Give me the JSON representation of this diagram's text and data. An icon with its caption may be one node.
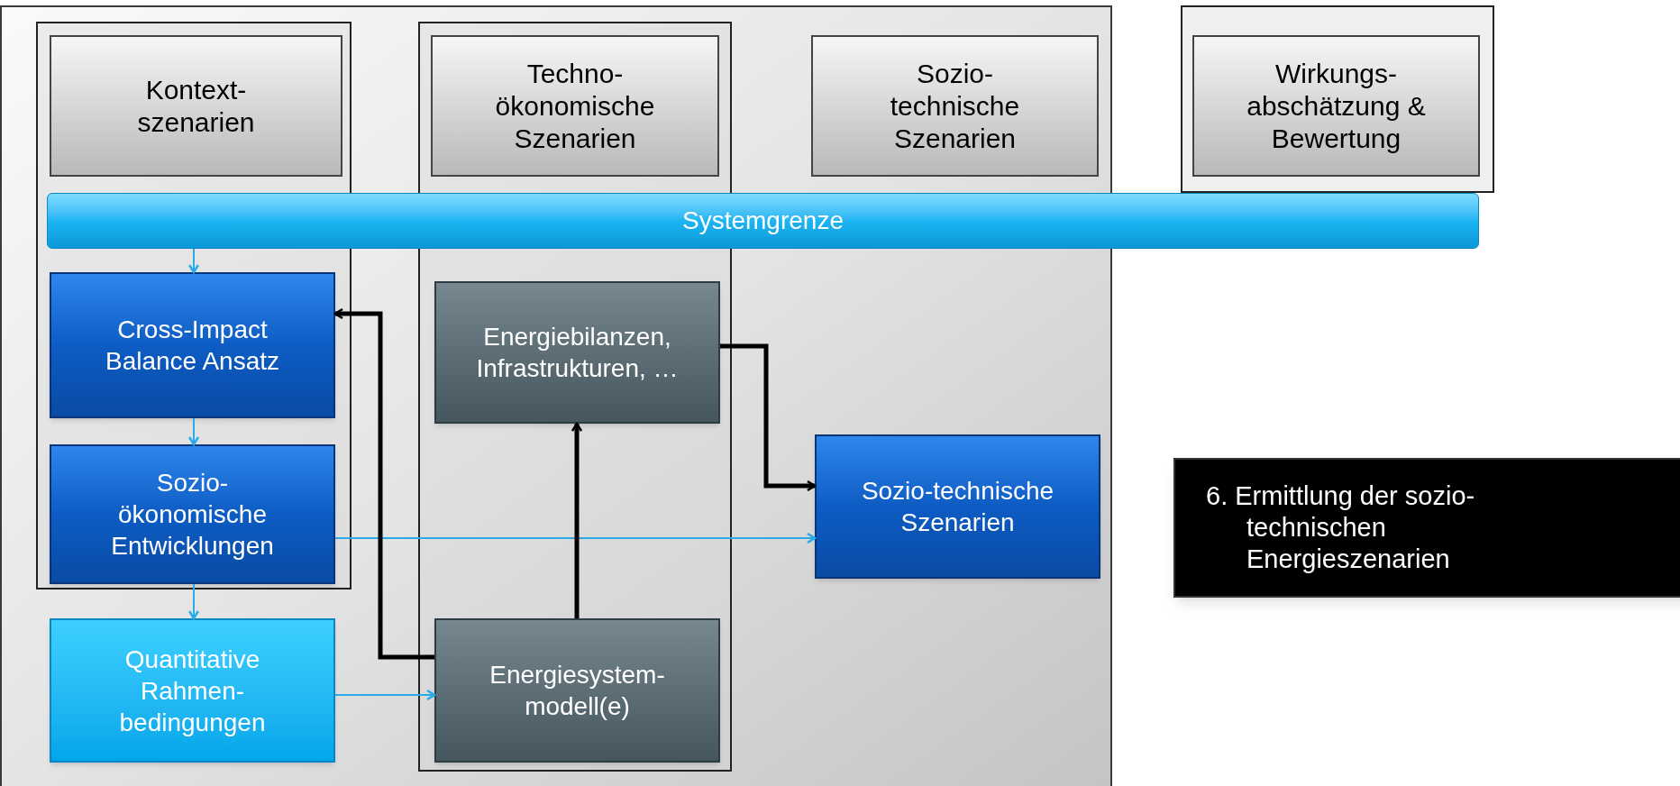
{
  "diagram": {
    "nodes": [
      {
        "text": [],
        "shape": "box"
      },
      {
        "text": [],
        "shape": "box",
        "in": 0
      },
      {
        "text": [
          "Kontext- szenarien"
        ],
        "in": 1
      },
      {
        "text": [],
        "shape": "box",
        "in": 0
      },
      {
        "text": [
          "Techno- ökonomische Szenarien"
        ],
        "in": 3
      },
      {
        "text": [
          "Sozio- technische Szenarien"
        ],
        "in": 0
      },
      {
        "text": [],
        "shape": "box"
      },
      {
        "text": [
          "Wirkungs- abschätzung & Bewertung"
        ],
        "in": 6
      },
      {
        "text": [
          "Systemgrenze"
        ]
      },
      {
        "text": [
          "Cross-Impact Balance Ansatz"
        ],
        "in": 1
      },
      {
        "text": [
          "Sozio- ökonomische Entwicklungen"
        ],
        "in": 1
      },
      {
        "text": [
          "Quantitative Rahmen- bedingungen"
        ],
        "in": 0
      },
      {
        "text": [
          "Energiebilanzen, Infrastrukturen, …"
        ],
        "in": 3
      },
      {
        "text": [
          "Energiesystem- modell(e)"
        ],
        "in": 3
      },
      {
        "text": [
          "Sozio-technische Szenarien"
        ],
        "in": 0
      },
      {
        "text": [
          "6. Ermittlung der sozio- technischen Energieszenarien"
        ]
      }
    ],
    "edges": [
      {
        "from": 8,
        "to": 9,
        "arrow": "to"
      },
      {
        "from": 9,
        "to": 10,
        "arrow": "to"
      },
      {
        "from": 10,
        "to": 11,
        "arrow": "to"
      },
      {
        "from": 11,
        "to": 13,
        "arrow": "to"
      },
      {
        "from": 10,
        "to": 14,
        "arrow": "to"
      },
      {
        "from": 13,
        "to": 9,
        "arrow": "to",
        "style": "thick",
        "color": "#000000"
      },
      {
        "from": 13,
        "to": 12,
        "arrow": "to",
        "style": "thick",
        "color": "#000000"
      },
      {
        "from": 12,
        "to": 14,
        "arrow": "to",
        "style": "thick",
        "color": "#000000"
      }
    ]
  }
}
